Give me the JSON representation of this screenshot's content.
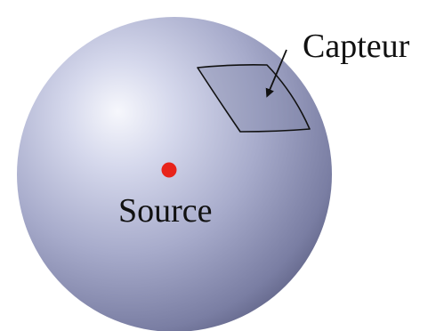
{
  "labels": {
    "sensor": "Capteur",
    "source": "Source"
  },
  "colors": {
    "sphere_highlight": "#f6f7fc",
    "sphere_mid": "#a7abcb",
    "sphere_shadow": "#56597c",
    "source_dot": "#e8231a",
    "outline": "#111111"
  },
  "icons": {
    "source": "red-dot",
    "sensor": "curved-quadrilateral-patch",
    "pointer": "arrow"
  }
}
